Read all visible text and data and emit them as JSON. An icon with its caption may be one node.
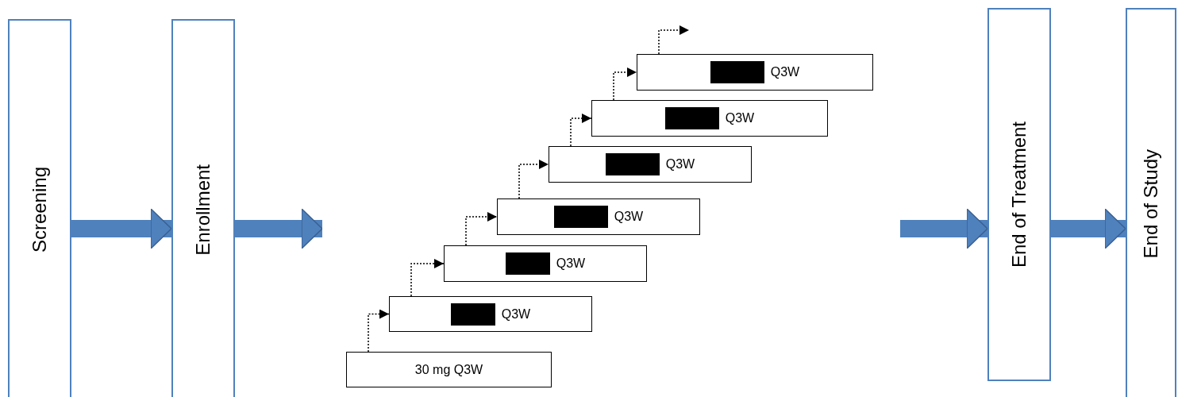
{
  "diagram": {
    "nodes": [
      {
        "text": [
          "Screening"
        ]
      },
      {
        "text": [
          "Enrollment"
        ]
      },
      {
        "text": [
          "30 mg Q3W"
        ]
      },
      {
        "text": [
          "Q3W"
        ]
      },
      {
        "text": [
          "Q3W"
        ]
      },
      {
        "text": [
          "Q3W"
        ]
      },
      {
        "text": [
          "Q3W"
        ]
      },
      {
        "text": [
          "Q3W"
        ]
      },
      {
        "text": [
          "Q3W"
        ]
      },
      {
        "text": [
          "End of Treatment"
        ]
      },
      {
        "text": [
          "End of Study"
        ]
      }
    ],
    "edges": [
      {
        "from": 0,
        "to": 1,
        "arrow": "to",
        "style": "thick",
        "color": "#4f81bd"
      },
      {
        "from": 1,
        "to": null,
        "arrow": "to",
        "style": "thick",
        "color": "#4f81bd"
      },
      {
        "from": 2,
        "to": 3,
        "arrow": "to",
        "style": "dashed"
      },
      {
        "from": 3,
        "to": 4,
        "arrow": "to",
        "style": "dashed"
      },
      {
        "from": 4,
        "to": 5,
        "arrow": "to",
        "style": "dashed"
      },
      {
        "from": 5,
        "to": 6,
        "arrow": "to",
        "style": "dashed"
      },
      {
        "from": 6,
        "to": 7,
        "arrow": "to",
        "style": "dashed"
      },
      {
        "from": 7,
        "to": 8,
        "arrow": "to",
        "style": "dashed"
      },
      {
        "from": 8,
        "to": null,
        "arrow": "to",
        "style": "dashed"
      },
      {
        "from": null,
        "to": 9,
        "arrow": "to",
        "style": "thick",
        "color": "#4f81bd"
      },
      {
        "from": 9,
        "to": 10,
        "arrow": "to",
        "style": "thick",
        "color": "#4f81bd"
      }
    ]
  }
}
